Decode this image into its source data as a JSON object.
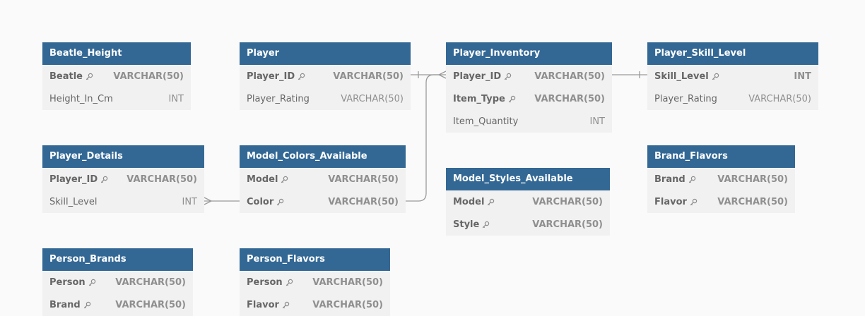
{
  "tables": {
    "beatle_height": {
      "name": "Beatle_Height",
      "columns": [
        {
          "name": "Beatle",
          "type": "VARCHAR(50)",
          "key": true
        },
        {
          "name": "Height_In_Cm",
          "type": "INT",
          "key": false
        }
      ]
    },
    "player": {
      "name": "Player",
      "columns": [
        {
          "name": "Player_ID",
          "type": "VARCHAR(50)",
          "key": true
        },
        {
          "name": "Player_Rating",
          "type": "VARCHAR(50)",
          "key": false
        }
      ]
    },
    "player_inventory": {
      "name": "Player_Inventory",
      "columns": [
        {
          "name": "Player_ID",
          "type": "VARCHAR(50)",
          "key": true
        },
        {
          "name": "Item_Type",
          "type": "VARCHAR(50)",
          "key": true
        },
        {
          "name": "Item_Quantity",
          "type": "INT",
          "key": false
        }
      ]
    },
    "player_skill_level": {
      "name": "Player_Skill_Level",
      "columns": [
        {
          "name": "Skill_Level",
          "type": "INT",
          "key": true
        },
        {
          "name": "Player_Rating",
          "type": "VARCHAR(50)",
          "key": false
        }
      ]
    },
    "player_details": {
      "name": "Player_Details",
      "columns": [
        {
          "name": "Player_ID",
          "type": "VARCHAR(50)",
          "key": true
        },
        {
          "name": "Skill_Level",
          "type": "INT",
          "key": false
        }
      ]
    },
    "model_colors_available": {
      "name": "Model_Colors_Available",
      "columns": [
        {
          "name": "Model",
          "type": "VARCHAR(50)",
          "key": true
        },
        {
          "name": "Color",
          "type": "VARCHAR(50)",
          "key": true
        }
      ]
    },
    "model_styles_available": {
      "name": "Model_Styles_Available",
      "columns": [
        {
          "name": "Model",
          "type": "VARCHAR(50)",
          "key": true
        },
        {
          "name": "Style",
          "type": "VARCHAR(50)",
          "key": true
        }
      ]
    },
    "brand_flavors": {
      "name": "Brand_Flavors",
      "columns": [
        {
          "name": "Brand",
          "type": "VARCHAR(50)",
          "key": true
        },
        {
          "name": "Flavor",
          "type": "VARCHAR(50)",
          "key": true
        }
      ]
    },
    "person_brands": {
      "name": "Person_Brands",
      "columns": [
        {
          "name": "Person",
          "type": "VARCHAR(50)",
          "key": true
        },
        {
          "name": "Brand",
          "type": "VARCHAR(50)",
          "key": true
        }
      ]
    },
    "person_flavors": {
      "name": "Person_Flavors",
      "columns": [
        {
          "name": "Person",
          "type": "VARCHAR(50)",
          "key": true
        },
        {
          "name": "Flavor",
          "type": "VARCHAR(50)",
          "key": true
        }
      ]
    }
  },
  "relationships": [
    {
      "from": "player.Player_ID",
      "to": "player_inventory.Player_ID",
      "from_card": "one",
      "to_card": "many"
    },
    {
      "from": "player_inventory.Player_ID",
      "to": "player_skill_level.Skill_Level",
      "from_card": "none",
      "to_card": "one"
    },
    {
      "from": "model_colors_available.Color",
      "to": "player_inventory.Player_ID",
      "from_card": "none",
      "to_card": "many"
    },
    {
      "from": "model_colors_available.Color",
      "to": "player_details.Skill_Level",
      "from_card": "none",
      "to_card": "many"
    }
  ],
  "colors": {
    "header_bg": "#336895",
    "header_text": "#ffffff",
    "body_bg": "#f1f1f1",
    "text": "#666666",
    "line": "#9a9a9a",
    "canvas_bg": "#fafafa"
  }
}
